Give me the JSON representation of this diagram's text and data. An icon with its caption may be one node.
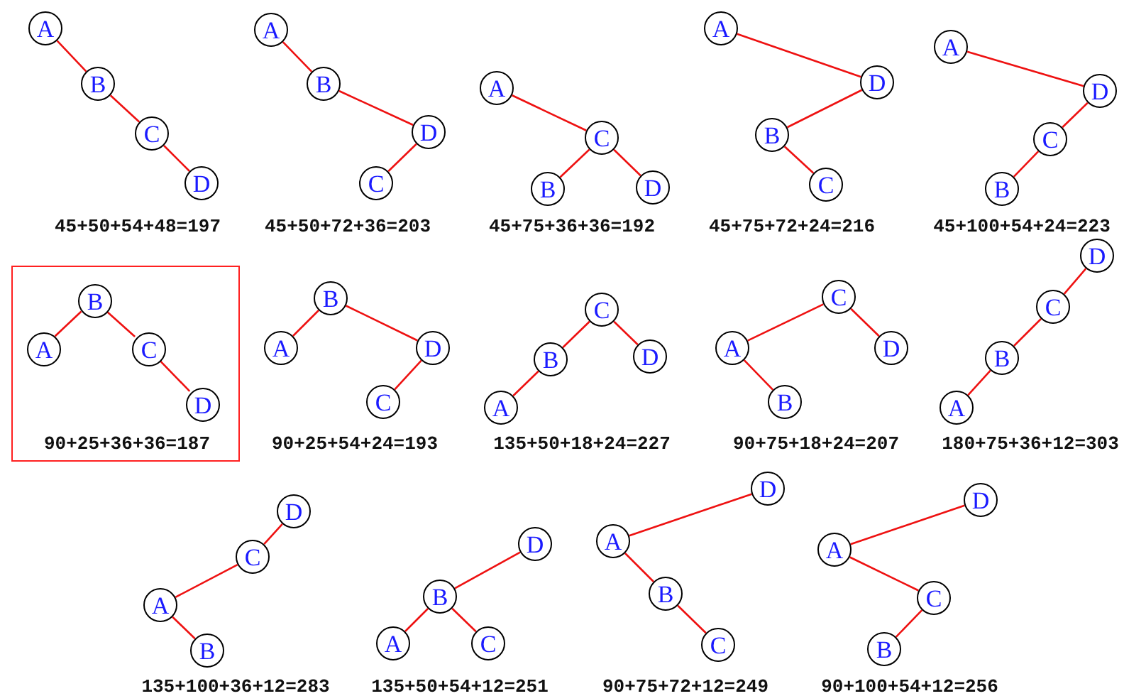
{
  "diagram": {
    "nodes": [
      {
        "text": [
          "A"
        ]
      },
      {
        "text": [
          "B"
        ]
      },
      {
        "text": [
          "C"
        ]
      },
      {
        "text": [
          "D"
        ]
      },
      {
        "text": [
          "A"
        ]
      },
      {
        "text": [
          "B"
        ]
      },
      {
        "text": [
          "D"
        ]
      },
      {
        "text": [
          "C"
        ]
      },
      {
        "text": [
          "A"
        ]
      },
      {
        "text": [
          "C"
        ]
      },
      {
        "text": [
          "B"
        ]
      },
      {
        "text": [
          "D"
        ]
      },
      {
        "text": [
          "A"
        ]
      },
      {
        "text": [
          "D"
        ]
      },
      {
        "text": [
          "B"
        ]
      },
      {
        "text": [
          "C"
        ]
      },
      {
        "text": [
          "A"
        ]
      },
      {
        "text": [
          "D"
        ]
      },
      {
        "text": [
          "C"
        ]
      },
      {
        "text": [
          "B"
        ]
      },
      {
        "text": [
          "90+25+36+36=187"
        ]
      },
      {
        "text": [
          "B"
        ],
        "in": 20
      },
      {
        "text": [
          "A"
        ],
        "in": 20
      },
      {
        "text": [
          "C"
        ],
        "in": 20
      },
      {
        "text": [
          "D"
        ],
        "in": 20
      },
      {
        "text": [
          "B"
        ]
      },
      {
        "text": [
          "A"
        ]
      },
      {
        "text": [
          "D"
        ]
      },
      {
        "text": [
          "C"
        ]
      },
      {
        "text": [
          "C"
        ]
      },
      {
        "text": [
          "B"
        ]
      },
      {
        "text": [
          "D"
        ]
      },
      {
        "text": [
          "A"
        ]
      },
      {
        "text": [
          "C"
        ]
      },
      {
        "text": [
          "A"
        ]
      },
      {
        "text": [
          "D"
        ]
      },
      {
        "text": [
          "B"
        ]
      },
      {
        "text": [
          "D"
        ]
      },
      {
        "text": [
          "C"
        ]
      },
      {
        "text": [
          "B"
        ]
      },
      {
        "text": [
          "A"
        ]
      },
      {
        "text": [
          "D"
        ]
      },
      {
        "text": [
          "C"
        ]
      },
      {
        "text": [
          "A"
        ]
      },
      {
        "text": [
          "B"
        ]
      },
      {
        "text": [
          "D"
        ]
      },
      {
        "text": [
          "B"
        ]
      },
      {
        "text": [
          "A"
        ]
      },
      {
        "text": [
          "C"
        ]
      },
      {
        "text": [
          "D"
        ]
      },
      {
        "text": [
          "A"
        ]
      },
      {
        "text": [
          "B"
        ]
      },
      {
        "text": [
          "C"
        ]
      },
      {
        "text": [
          "D"
        ]
      },
      {
        "text": [
          "A"
        ]
      },
      {
        "text": [
          "C"
        ]
      },
      {
        "text": [
          "B"
        ]
      }
    ],
    "edges": [
      {
        "from": 0,
        "to": 1,
        "arrow": "none"
      },
      {
        "from": 1,
        "to": 2,
        "arrow": "none"
      },
      {
        "from": 2,
        "to": 3,
        "arrow": "none"
      },
      {
        "from": 4,
        "to": 5,
        "arrow": "none"
      },
      {
        "from": 5,
        "to": 6,
        "arrow": "none"
      },
      {
        "from": 6,
        "to": 7,
        "arrow": "none"
      },
      {
        "from": 8,
        "to": 9,
        "arrow": "none"
      },
      {
        "from": 9,
        "to": 10,
        "arrow": "none"
      },
      {
        "from": 9,
        "to": 11,
        "arrow": "none"
      },
      {
        "from": 12,
        "to": 13,
        "arrow": "none"
      },
      {
        "from": 13,
        "to": 14,
        "arrow": "none"
      },
      {
        "from": 14,
        "to": 15,
        "arrow": "none"
      },
      {
        "from": 16,
        "to": 17,
        "arrow": "none"
      },
      {
        "from": 17,
        "to": 18,
        "arrow": "none"
      },
      {
        "from": 18,
        "to": 19,
        "arrow": "none"
      },
      {
        "from": 21,
        "to": 22,
        "arrow": "none"
      },
      {
        "from": 21,
        "to": 23,
        "arrow": "none"
      },
      {
        "from": 23,
        "to": 24,
        "arrow": "none"
      },
      {
        "from": 25,
        "to": 26,
        "arrow": "none"
      },
      {
        "from": 25,
        "to": 27,
        "arrow": "none"
      },
      {
        "from": 27,
        "to": 28,
        "arrow": "none"
      },
      {
        "from": 29,
        "to": 30,
        "arrow": "none"
      },
      {
        "from": 29,
        "to": 31,
        "arrow": "none"
      },
      {
        "from": 30,
        "to": 32,
        "arrow": "none"
      },
      {
        "from": 33,
        "to": 34,
        "arrow": "none"
      },
      {
        "from": 33,
        "to": 35,
        "arrow": "none"
      },
      {
        "from": 34,
        "to": 36,
        "arrow": "none"
      },
      {
        "from": 37,
        "to": 38,
        "arrow": "none"
      },
      {
        "from": 38,
        "to": 39,
        "arrow": "none"
      },
      {
        "from": 39,
        "to": 40,
        "arrow": "none"
      },
      {
        "from": 41,
        "to": 42,
        "arrow": "none"
      },
      {
        "from": 42,
        "to": 43,
        "arrow": "none"
      },
      {
        "from": 43,
        "to": 44,
        "arrow": "none"
      },
      {
        "from": 45,
        "to": 46,
        "arrow": "none"
      },
      {
        "from": 46,
        "to": 47,
        "arrow": "none"
      },
      {
        "from": 46,
        "to": 48,
        "arrow": "none"
      },
      {
        "from": 49,
        "to": 50,
        "arrow": "none"
      },
      {
        "from": 50,
        "to": 51,
        "arrow": "none"
      },
      {
        "from": 51,
        "to": 52,
        "arrow": "none"
      },
      {
        "from": 53,
        "to": 54,
        "arrow": "none"
      },
      {
        "from": 54,
        "to": 55,
        "arrow": "none"
      },
      {
        "from": 55,
        "to": 56,
        "arrow": "none"
      }
    ],
    "labels": [
      "45+50+54+48=197",
      "45+50+72+36=203",
      "45+75+36+36=192",
      "45+75+72+24=216",
      "45+100+54+24=223",
      "90+25+54+24=193",
      "135+50+18+24=227",
      "90+75+18+24=207",
      "180+75+36+12=303",
      "135+100+36+12=283",
      "135+50+54+12=251",
      "90+75+72+12=249",
      "90+100+54+12=256"
    ]
  }
}
